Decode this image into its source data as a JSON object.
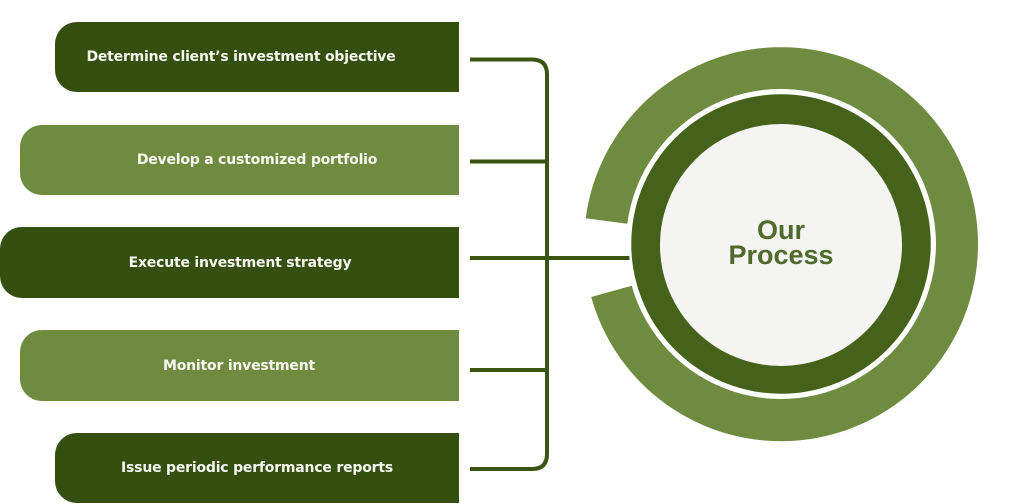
{
  "diagram": {
    "title_lines": [
      "Our",
      "Process"
    ],
    "steps": [
      {
        "label": "Determine client’s investment objective",
        "style": "dark"
      },
      {
        "label": "Develop a customized portfolio",
        "style": "light"
      },
      {
        "label": "Execute investment strategy",
        "style": "dark"
      },
      {
        "label": "Monitor investment",
        "style": "light"
      },
      {
        "label": "Issue periodic performance reports",
        "style": "dark"
      }
    ],
    "colors": {
      "dark_green": "#344f10",
      "light_green": "#6e8b3f",
      "ring_green": "#46621a",
      "connector": "#3a5511",
      "center_fill": "#f4f4f2",
      "title_text": "#4f6a2a"
    }
  }
}
